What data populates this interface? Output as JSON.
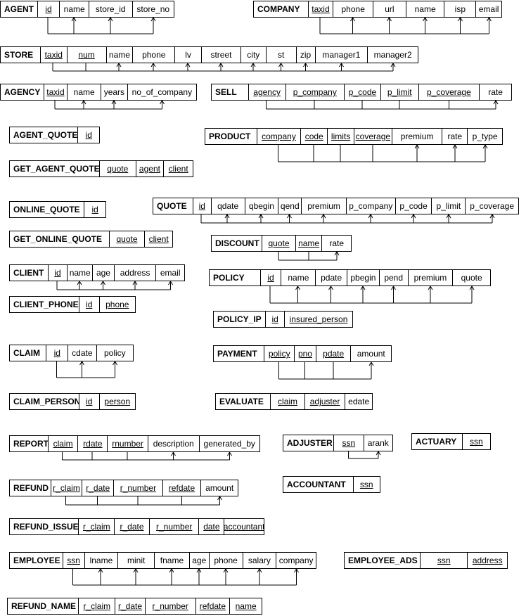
{
  "tables": [
    {
      "id": "agent",
      "name": "AGENT",
      "columns": [
        {
          "label": "id",
          "key": true
        },
        {
          "label": "name",
          "key": false
        },
        {
          "label": "store_id",
          "key": false
        },
        {
          "label": "store_no",
          "key": false
        }
      ]
    },
    {
      "id": "company",
      "name": "COMPANY",
      "columns": [
        {
          "label": "taxid",
          "key": true
        },
        {
          "label": "phone",
          "key": false
        },
        {
          "label": "url",
          "key": false
        },
        {
          "label": "name",
          "key": false
        },
        {
          "label": "isp",
          "key": false
        },
        {
          "label": "email",
          "key": false
        }
      ]
    },
    {
      "id": "store",
      "name": "STORE",
      "columns": [
        {
          "label": "taxid",
          "key": true
        },
        {
          "label": "num",
          "key": true
        },
        {
          "label": "name",
          "key": false
        },
        {
          "label": "phone",
          "key": false
        },
        {
          "label": "lv",
          "key": false
        },
        {
          "label": "street",
          "key": false
        },
        {
          "label": "city",
          "key": false
        },
        {
          "label": "st",
          "key": false
        },
        {
          "label": "zip",
          "key": false
        },
        {
          "label": "manager1",
          "key": false
        },
        {
          "label": "manager2",
          "key": false
        }
      ]
    },
    {
      "id": "agency",
      "name": "AGENCY",
      "columns": [
        {
          "label": "taxid",
          "key": true
        },
        {
          "label": "name",
          "key": false
        },
        {
          "label": "years",
          "key": false
        },
        {
          "label": "no_of_company",
          "key": false
        }
      ]
    },
    {
      "id": "sell",
      "name": "SELL",
      "columns": [
        {
          "label": "agency",
          "key": true
        },
        {
          "label": "p_company",
          "key": true
        },
        {
          "label": "p_code",
          "key": true
        },
        {
          "label": "p_limit",
          "key": true
        },
        {
          "label": "p_coverage",
          "key": true
        },
        {
          "label": "rate",
          "key": false
        }
      ]
    },
    {
      "id": "agent_quote",
      "name": "AGENT_QUOTE",
      "columns": [
        {
          "label": "id",
          "key": true
        }
      ]
    },
    {
      "id": "product",
      "name": "PRODUCT",
      "columns": [
        {
          "label": "company",
          "key": true
        },
        {
          "label": "code",
          "key": true
        },
        {
          "label": "limits",
          "key": true
        },
        {
          "label": "coverage",
          "key": true
        },
        {
          "label": "premium",
          "key": false
        },
        {
          "label": "rate",
          "key": false
        },
        {
          "label": "p_type",
          "key": false
        }
      ]
    },
    {
      "id": "get_agent_quote",
      "name": "GET_AGENT_QUOTE",
      "columns": [
        {
          "label": "quote",
          "key": true
        },
        {
          "label": "agent",
          "key": true
        },
        {
          "label": "client",
          "key": true
        }
      ]
    },
    {
      "id": "online_quote",
      "name": "ONLINE_QUOTE",
      "columns": [
        {
          "label": "id",
          "key": true
        }
      ]
    },
    {
      "id": "quote",
      "name": "QUOTE",
      "columns": [
        {
          "label": "id",
          "key": true
        },
        {
          "label": "qdate",
          "key": false
        },
        {
          "label": "qbegin",
          "key": false
        },
        {
          "label": "qend",
          "key": false
        },
        {
          "label": "premium",
          "key": false
        },
        {
          "label": "p_company",
          "key": false
        },
        {
          "label": "p_code",
          "key": false
        },
        {
          "label": "p_limit",
          "key": false
        },
        {
          "label": "p_coverage",
          "key": false
        }
      ]
    },
    {
      "id": "get_online_quote",
      "name": "GET_ONLINE_QUOTE",
      "columns": [
        {
          "label": "quote",
          "key": true
        },
        {
          "label": "client",
          "key": true
        }
      ]
    },
    {
      "id": "discount",
      "name": "DISCOUNT",
      "columns": [
        {
          "label": "quote",
          "key": true
        },
        {
          "label": "name",
          "key": true
        },
        {
          "label": "rate",
          "key": false
        }
      ]
    },
    {
      "id": "client",
      "name": "CLIENT",
      "columns": [
        {
          "label": "id",
          "key": true
        },
        {
          "label": "name",
          "key": false
        },
        {
          "label": "age",
          "key": false
        },
        {
          "label": "address",
          "key": false
        },
        {
          "label": "email",
          "key": false
        }
      ]
    },
    {
      "id": "policy",
      "name": "POLICY",
      "columns": [
        {
          "label": "id",
          "key": true
        },
        {
          "label": "name",
          "key": false
        },
        {
          "label": "pdate",
          "key": false
        },
        {
          "label": "pbegin",
          "key": false
        },
        {
          "label": "pend",
          "key": false
        },
        {
          "label": "premium",
          "key": false
        },
        {
          "label": "quote",
          "key": false
        }
      ]
    },
    {
      "id": "client_phone",
      "name": "CLIENT_PHONE",
      "columns": [
        {
          "label": "id",
          "key": true
        },
        {
          "label": "phone",
          "key": true
        }
      ]
    },
    {
      "id": "policy_ip",
      "name": "POLICY_IP",
      "columns": [
        {
          "label": "id",
          "key": true
        },
        {
          "label": "insured_person",
          "key": true
        }
      ]
    },
    {
      "id": "claim",
      "name": "CLAIM",
      "columns": [
        {
          "label": "id",
          "key": true
        },
        {
          "label": "cdate",
          "key": false
        },
        {
          "label": "policy",
          "key": false
        }
      ]
    },
    {
      "id": "payment",
      "name": "PAYMENT",
      "columns": [
        {
          "label": "policy",
          "key": true
        },
        {
          "label": "pno",
          "key": true
        },
        {
          "label": "pdate",
          "key": true
        },
        {
          "label": "amount",
          "key": false
        }
      ]
    },
    {
      "id": "claim_person",
      "name": "CLAIM_PERSON",
      "columns": [
        {
          "label": "id",
          "key": true
        },
        {
          "label": "person",
          "key": true
        }
      ]
    },
    {
      "id": "evaluate",
      "name": "EVALUATE",
      "columns": [
        {
          "label": "claim",
          "key": true
        },
        {
          "label": "adjuster",
          "key": true
        },
        {
          "label": "edate",
          "key": false
        }
      ]
    },
    {
      "id": "report",
      "name": "REPORT",
      "columns": [
        {
          "label": "claim",
          "key": true
        },
        {
          "label": "rdate",
          "key": true
        },
        {
          "label": "rnumber",
          "key": true
        },
        {
          "label": "description",
          "key": false
        },
        {
          "label": "generated_by",
          "key": false
        }
      ]
    },
    {
      "id": "adjuster",
      "name": "ADJUSTER",
      "columns": [
        {
          "label": "ssn",
          "key": true
        },
        {
          "label": "arank",
          "key": false
        }
      ]
    },
    {
      "id": "actuary",
      "name": "ACTUARY",
      "columns": [
        {
          "label": "ssn",
          "key": true
        }
      ]
    },
    {
      "id": "refund",
      "name": "REFUND",
      "columns": [
        {
          "label": "r_claim",
          "key": true
        },
        {
          "label": "r_date",
          "key": true
        },
        {
          "label": "r_number",
          "key": true
        },
        {
          "label": "refdate",
          "key": true
        },
        {
          "label": "amount",
          "key": false
        }
      ]
    },
    {
      "id": "accountant",
      "name": "ACCOUNTANT",
      "columns": [
        {
          "label": "ssn",
          "key": true
        }
      ]
    },
    {
      "id": "refund_issue",
      "name": "REFUND_ISSUE",
      "columns": [
        {
          "label": "r_claim",
          "key": true
        },
        {
          "label": "r_date",
          "key": true
        },
        {
          "label": "r_number",
          "key": true
        },
        {
          "label": "date",
          "key": true
        },
        {
          "label": "accountant",
          "key": true
        }
      ]
    },
    {
      "id": "employee",
      "name": "EMPLOYEE",
      "columns": [
        {
          "label": "ssn",
          "key": true
        },
        {
          "label": "lname",
          "key": false
        },
        {
          "label": "minit",
          "key": false
        },
        {
          "label": "fname",
          "key": false
        },
        {
          "label": "age",
          "key": false
        },
        {
          "label": "phone",
          "key": false
        },
        {
          "label": "salary",
          "key": false
        },
        {
          "label": "company",
          "key": false
        }
      ]
    },
    {
      "id": "employee_ads",
      "name": "EMPLOYEE_ADS",
      "columns": [
        {
          "label": "ssn",
          "key": true
        },
        {
          "label": "address",
          "key": true
        }
      ]
    },
    {
      "id": "refund_name",
      "name": "REFUND_NAME",
      "columns": [
        {
          "label": "r_claim",
          "key": true
        },
        {
          "label": "r_date",
          "key": true
        },
        {
          "label": "r_number",
          "key": true
        },
        {
          "label": "refdate",
          "key": true
        },
        {
          "label": "name",
          "key": true
        }
      ]
    }
  ]
}
